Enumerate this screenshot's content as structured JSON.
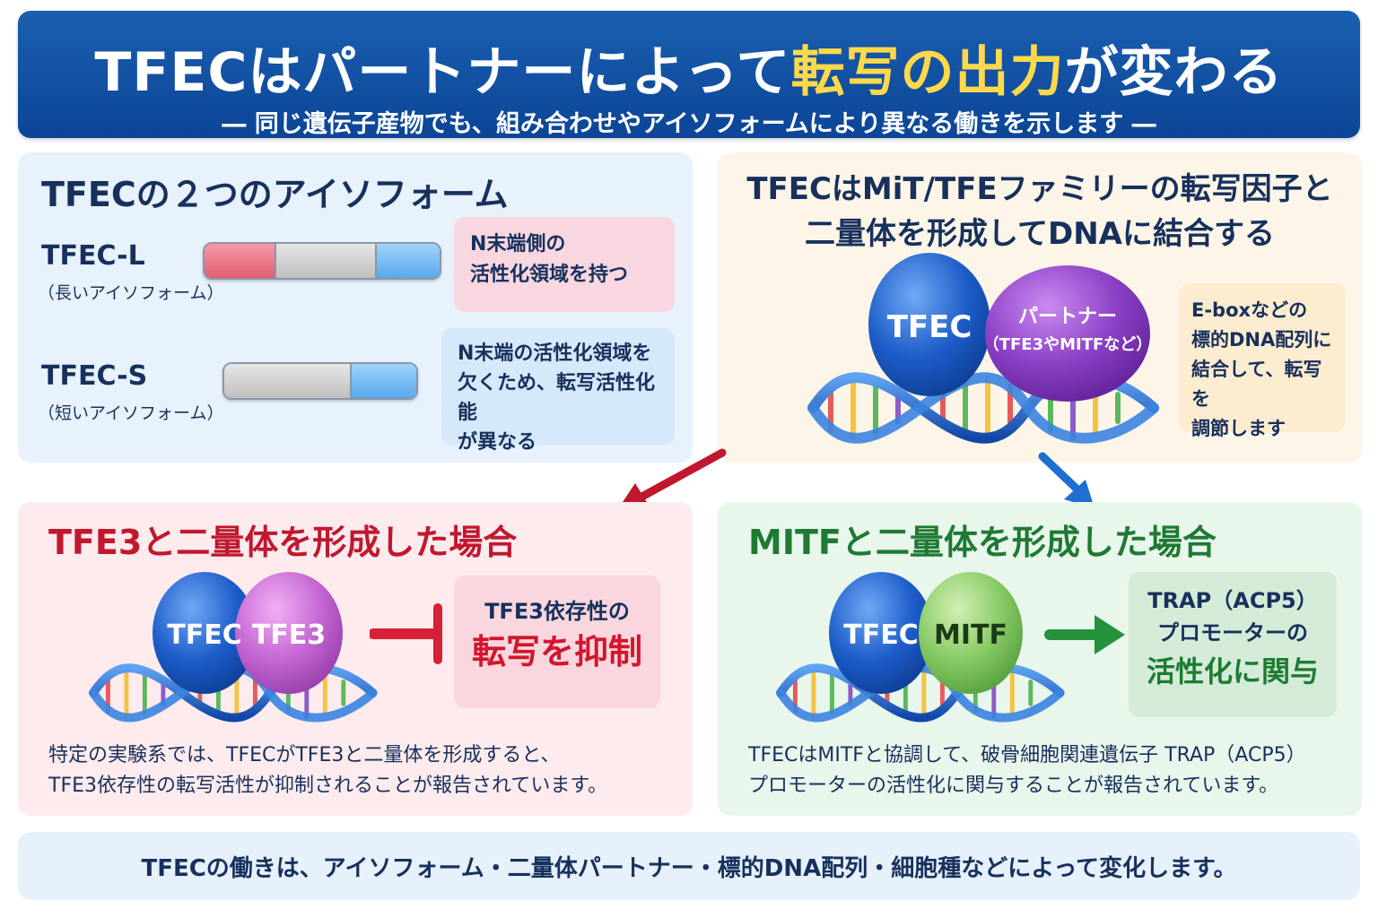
{
  "header": {
    "title_a": "TFECはパートナーによって",
    "title_hl": "転写の出力",
    "title_b": "が変わる",
    "subtitle": "― 同じ遺伝子産物でも、組み合わせやアイソフォームにより異なる働きを示します ―"
  },
  "isoforms": {
    "heading": "TFECの２つのアイソフォーム",
    "long": {
      "name": "TFEC-L",
      "sub": "（長いアイソフォーム）",
      "note_line1": "N末端側の",
      "note_line2": "活性化領域を持つ"
    },
    "short": {
      "name": "TFEC-S",
      "sub": "（短いアイソフォーム）",
      "note_line1": "N末端の活性化領域を",
      "note_line2": "欠くため、転写活性化能",
      "note_line3": "が異なる"
    }
  },
  "dimer": {
    "heading_line1": "TFECはMiT/TFEファミリーの転写因子と",
    "heading_line2": "二量体を形成してDNAに結合する",
    "tfec_label": "TFEC",
    "partner_label1": "パートナー",
    "partner_label2": "（TFE3やMITFなど）",
    "note_line1": "E-boxなどの",
    "note_line2": "標的DNA配列に",
    "note_line3": "結合して、転写を",
    "note_line4": "調節します"
  },
  "tfe3": {
    "heading": "TFE3と二量体を形成した場合",
    "tfec_label": "TFEC",
    "partner_label": "TFE3",
    "result_line1": "TFE3依存性の",
    "result_line2": "転写を抑制",
    "desc_line1": "特定の実験系では、TFECがTFE3と二量体を形成すると、",
    "desc_line2": "TFE3依存性の転写活性が抑制されることが報告されています。"
  },
  "mitf": {
    "heading": "MITFと二量体を形成した場合",
    "tfec_label": "TFEC",
    "partner_label": "MITF",
    "result_line1": "TRAP（ACP5）",
    "result_line2": "プロモーターの",
    "result_line3": "活性化に関与",
    "desc_line1": "TFECはMITFと協調して、破骨細胞関連遺伝子 TRAP（ACP5）",
    "desc_line2": "プロモーターの活性化に関与することが報告されています。"
  },
  "footer": {
    "text": "TFECの働きは、アイソフォーム・二量体パートナー・標的DNA配列・細胞種などによって変化します。"
  },
  "colors": {
    "header_blue": "#0c4597",
    "highlight_yellow": "#ffd94a",
    "tfe3_red": "#c0182e",
    "mitf_green": "#1e7a33",
    "tfec_blue": "#1f5fc4",
    "partner_purple": "#8d3cc2",
    "tfe3_pink": "#c062cf",
    "mitf_lightgreen": "#7fc561"
  },
  "icons": [
    "dna-helix-icon",
    "inhibit-arrow-icon",
    "activate-arrow-icon",
    "down-arrow-icon"
  ]
}
